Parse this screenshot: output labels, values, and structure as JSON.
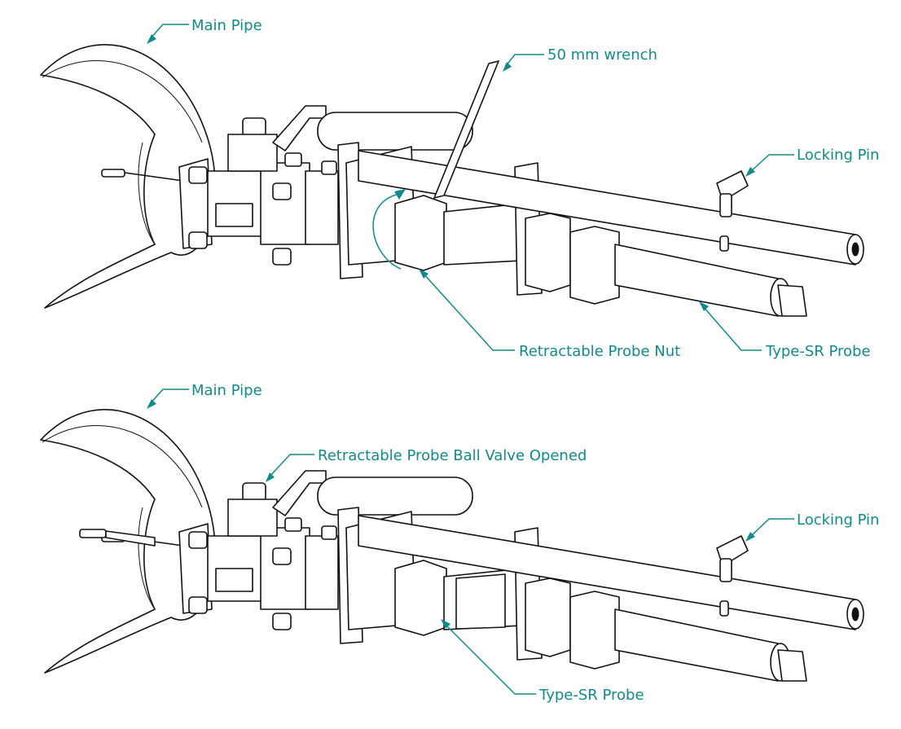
{
  "colors": {
    "line": "#111111",
    "leader": "#138a8a",
    "background": "#ffffff"
  },
  "top_view": {
    "main_pipe": "Main Pipe",
    "wrench": "50 mm wrench",
    "locking_pin": "Locking Pin",
    "probe_nut": "Retractable Probe Nut",
    "probe": "Type-SR Probe"
  },
  "bottom_view": {
    "main_pipe": "Main Pipe",
    "ball_valve": "Retractable Probe Ball Valve Opened",
    "locking_pin": "Locking Pin",
    "probe": "Type-SR Probe"
  }
}
